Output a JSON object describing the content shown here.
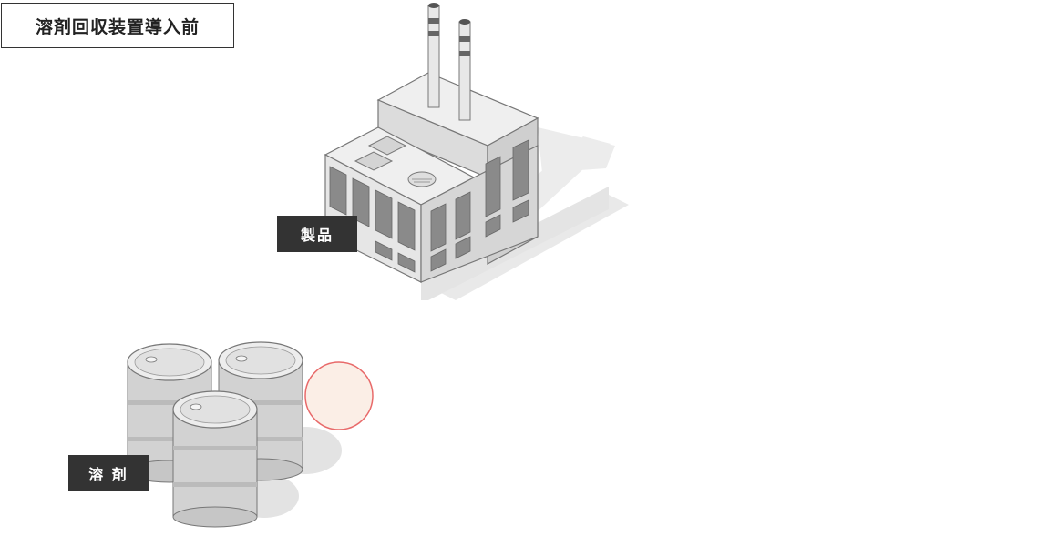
{
  "title": "溶剤回収装置導入前",
  "labels": {
    "product": "製品",
    "solvent": "溶 剤"
  },
  "icons": {
    "factory": "factory-icon",
    "drums": "solvent-drums-icon",
    "marker": "highlight-circle"
  },
  "colors": {
    "label_bg": "#333333",
    "label_text": "#ffffff",
    "highlight_fill": "#fbeee6",
    "highlight_stroke": "#e86a6a",
    "building_light": "#f2f2f2",
    "building_mid": "#d9d9d9",
    "building_dark": "#9a9a9a",
    "shadow": "#e6e6e6"
  }
}
